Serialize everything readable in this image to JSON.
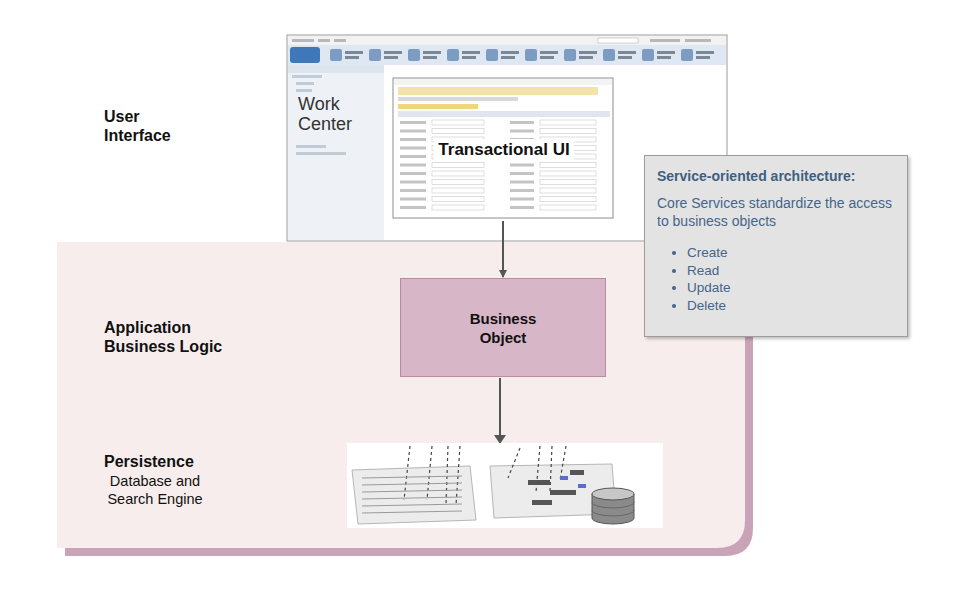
{
  "diagram": {
    "nodes": [
      {
        "text": [
          "Work Center"
        ]
      },
      {
        "text": [
          "Transactional UI"
        ],
        "in": 0
      },
      {
        "text": [
          "Business Object"
        ]
      },
      {
        "text": [
          "Service-oriented architecture:",
          "Core Services standardize the access to business objects",
          "Create",
          "Read",
          "Update",
          "Delete"
        ]
      }
    ],
    "edges": [
      {
        "from": 1,
        "to": 2,
        "arrow": "to"
      }
    ],
    "labels": [
      "User Interface",
      "Application Business Logic",
      "Persistence",
      "Database and Search Engine"
    ]
  }
}
